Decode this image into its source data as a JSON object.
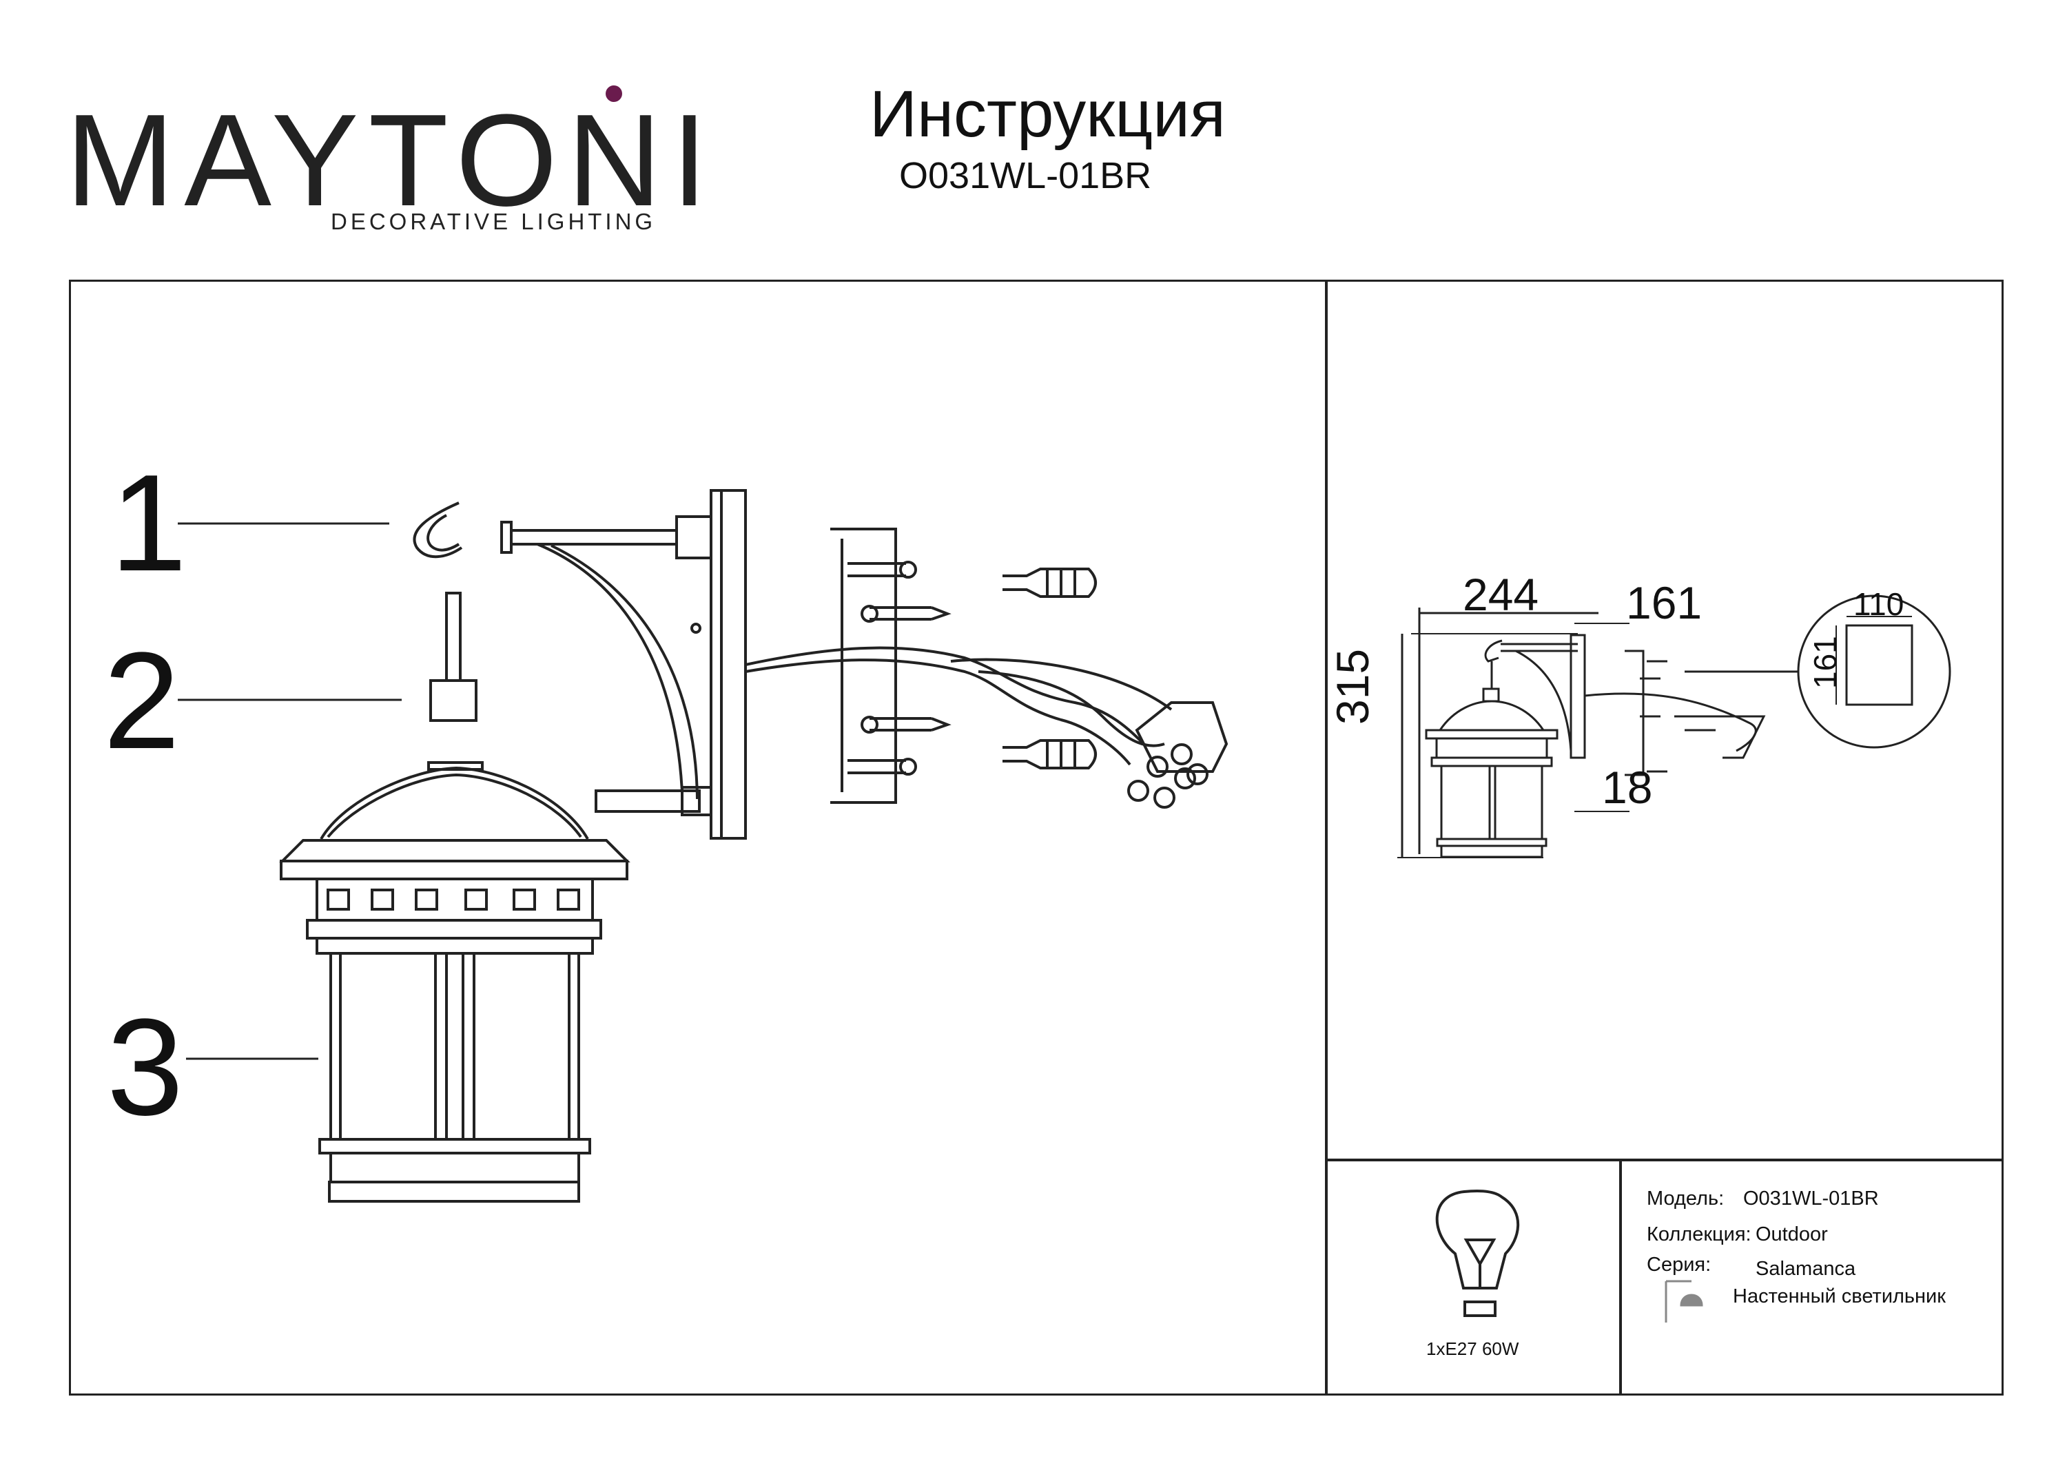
{
  "brand": {
    "logo": "MAYTONI",
    "tagline": "DECORATIVE LIGHTING",
    "accent_color": "#6a1b4d"
  },
  "header": {
    "title": "Инструкция",
    "model": "O031WL-01BR"
  },
  "callouts": [
    "1",
    "2",
    "3"
  ],
  "dimensions": {
    "width": "244",
    "depth": "161",
    "height": "315",
    "base_thickness": "18",
    "plate_width": "110",
    "plate_height": "161"
  },
  "bulb": {
    "icon": "lightbulb-icon",
    "label": "1xE27 60W"
  },
  "specs": {
    "model_label": "Модель:",
    "model_value": "O031WL-01BR",
    "collection_label": "Коллекция:",
    "collection_value": "Outdoor",
    "series_label": "Серия:",
    "series_value": "Salamanca",
    "type_icon": "wall-lamp-icon",
    "type_value": "Настенный светильник"
  }
}
